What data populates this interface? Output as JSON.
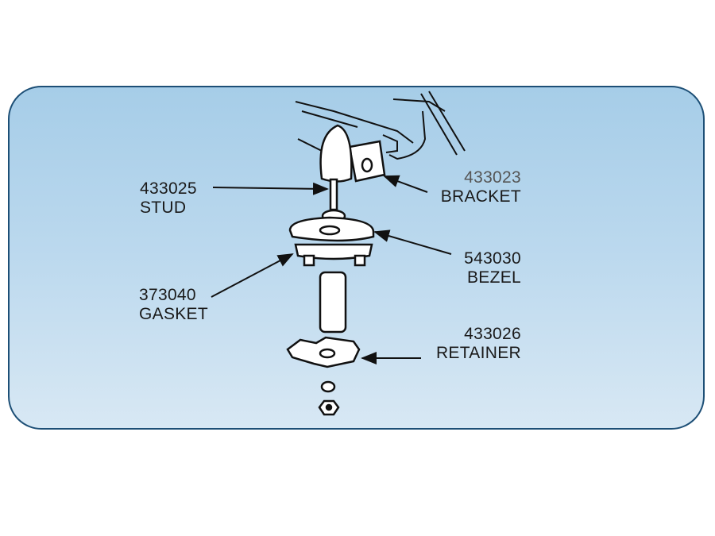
{
  "diagram": {
    "callouts": [
      {
        "part_number": "433025",
        "name": "STUD"
      },
      {
        "part_number": "433023",
        "name": "BRACKET"
      },
      {
        "part_number": "543030",
        "name": "BEZEL"
      },
      {
        "part_number": "373040",
        "name": "GASKET"
      },
      {
        "part_number": "433026",
        "name": "RETAINER"
      }
    ]
  },
  "colors": {
    "border": "#1d4f76",
    "panel_top": "#a6cde8",
    "panel_bottom": "#d8e8f4"
  }
}
